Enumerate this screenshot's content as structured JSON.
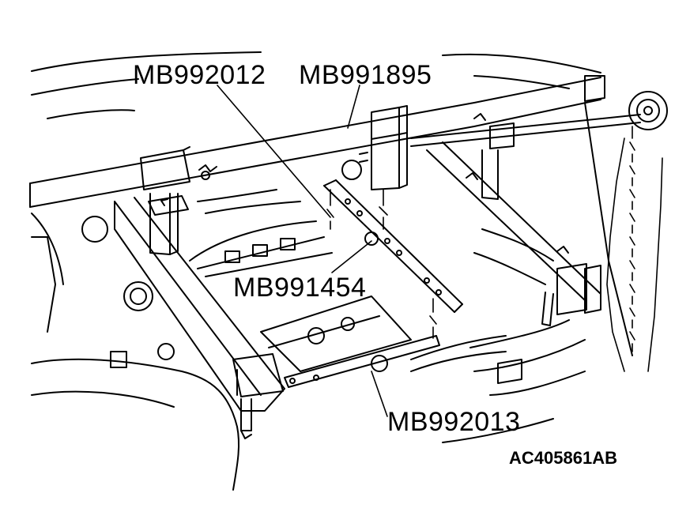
{
  "callouts": {
    "tool_a": "MB992012",
    "tool_b": "MB991895",
    "tool_c": "MB991454",
    "tool_d": "MB992013"
  },
  "figure_code": "AC405861AB"
}
